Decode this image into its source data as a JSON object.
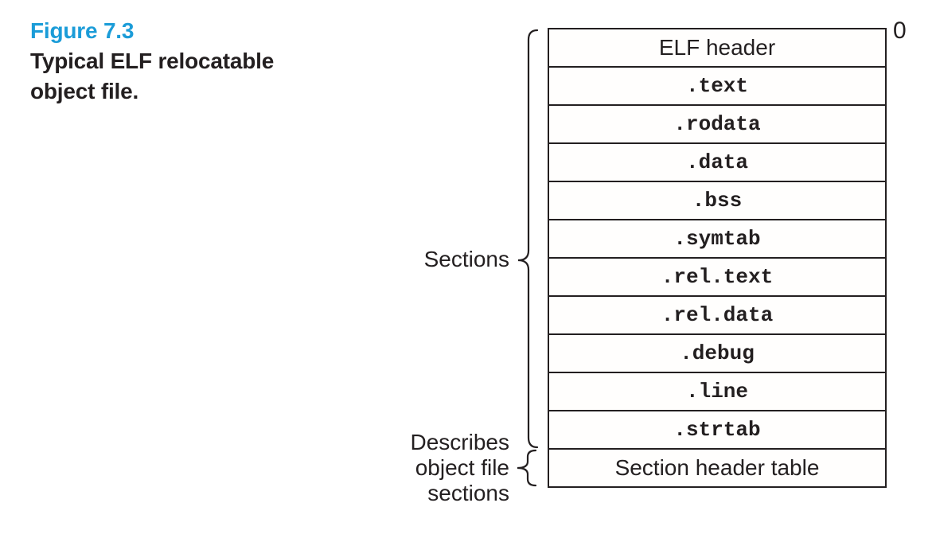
{
  "caption": {
    "figure_label": "Figure 7.3",
    "title_line_1": "Typical ELF relocatable",
    "title_line_2": "object file."
  },
  "diagram": {
    "offset_label": "0",
    "rows": [
      {
        "label": "ELF header"
      },
      {
        "label": ".text"
      },
      {
        "label": ".rodata"
      },
      {
        "label": ".data"
      },
      {
        "label": ".bss"
      },
      {
        "label": ".symtab"
      },
      {
        "label": ".rel.text"
      },
      {
        "label": ".rel.data"
      },
      {
        "label": ".debug"
      },
      {
        "label": ".line"
      },
      {
        "label": ".strtab"
      },
      {
        "label": "Section header table"
      }
    ]
  },
  "labels": {
    "sections": "Sections",
    "describes_lines": [
      "Describes",
      "object file",
      "sections"
    ]
  },
  "colors": {
    "accent_blue": "#1b9cd8",
    "ink": "#231f20"
  }
}
